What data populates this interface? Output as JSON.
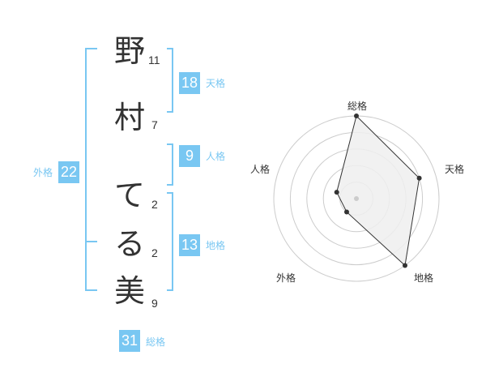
{
  "name": {
    "chars": [
      "野",
      "村",
      "て",
      "る",
      "美"
    ],
    "strokes": [
      "11",
      "7",
      "2",
      "2",
      "9"
    ]
  },
  "fortunes": {
    "tenkaku": {
      "label": "天格",
      "value": "18",
      "score": 0.8
    },
    "jinkaku": {
      "label": "人格",
      "value": "9",
      "score": 0.25
    },
    "chikaku": {
      "label": "地格",
      "value": "13",
      "score": 1.0
    },
    "gaikaku": {
      "label": "外格",
      "value": "22",
      "score": 0.2
    },
    "soukaku": {
      "label": "総格",
      "value": "31",
      "score": 1.0
    }
  },
  "colors": {
    "accent": "#79c7f2",
    "text": "#333333",
    "grid": "#cccccc",
    "fill": "#eeeeee"
  }
}
